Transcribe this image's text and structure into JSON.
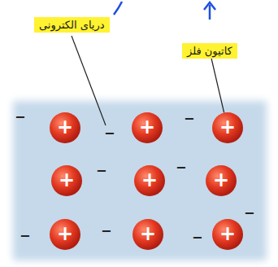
{
  "diagram": {
    "nodes": [
      {
        "text": [
          "دریای الکترونی"
        ]
      },
      {
        "text": [
          "کاتیون فلز"
        ]
      },
      {
        "text": [
          "+"
        ]
      },
      {
        "text": [
          "+"
        ]
      },
      {
        "text": [
          "+"
        ]
      },
      {
        "text": [
          "+"
        ]
      },
      {
        "text": [
          "+"
        ]
      },
      {
        "text": [
          "+"
        ]
      },
      {
        "text": [
          "+"
        ]
      },
      {
        "text": [
          "+"
        ]
      },
      {
        "text": [
          "+"
        ]
      }
    ],
    "edges": [
      {
        "from": 1,
        "to": 4,
        "arrow": "none"
      }
    ],
    "labels": [
      "−",
      "−",
      "−",
      "−",
      "−",
      "−",
      "−",
      "−",
      "−"
    ]
  }
}
